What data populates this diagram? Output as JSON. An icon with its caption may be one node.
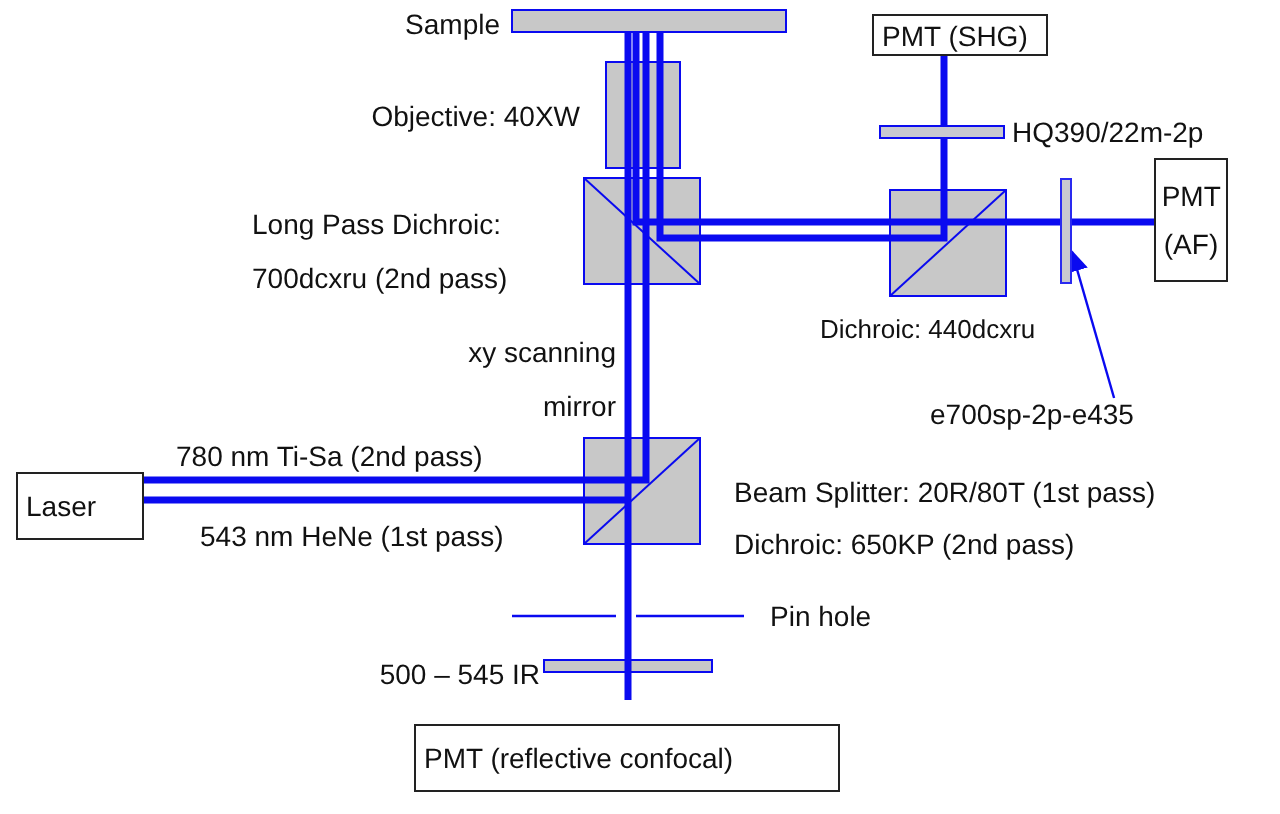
{
  "diagram": {
    "nodes": [
      {
        "text": [
          "PMT (SHG)"
        ]
      },
      {
        "text": [
          "PMT (AF)"
        ]
      },
      {
        "text": [
          "Laser"
        ]
      },
      {
        "text": [
          "PMT (reflective confocal)"
        ]
      },
      {
        "text": [
          "e700sp-2p-e435"
        ]
      },
      {
        "text": [],
        "shape": "bar"
      }
    ],
    "edges": [
      {
        "from": 4,
        "to": 5,
        "arrow": "to"
      }
    ],
    "labels": [
      "Sample",
      "Objective: 40XW",
      "Long Pass Dichroic: 700dcxru (2nd pass)",
      "HQ390/22m-2p",
      "Dichroic: 440dcxru",
      "xy scanning mirror",
      "780 nm Ti-Sa (2nd pass)",
      "543 nm HeNe (1st pass)",
      "Beam Splitter: 20R/80T (1st pass)",
      "Dichroic: 650KP (2nd pass)",
      "Pin hole",
      "500 – 545 IR"
    ]
  }
}
